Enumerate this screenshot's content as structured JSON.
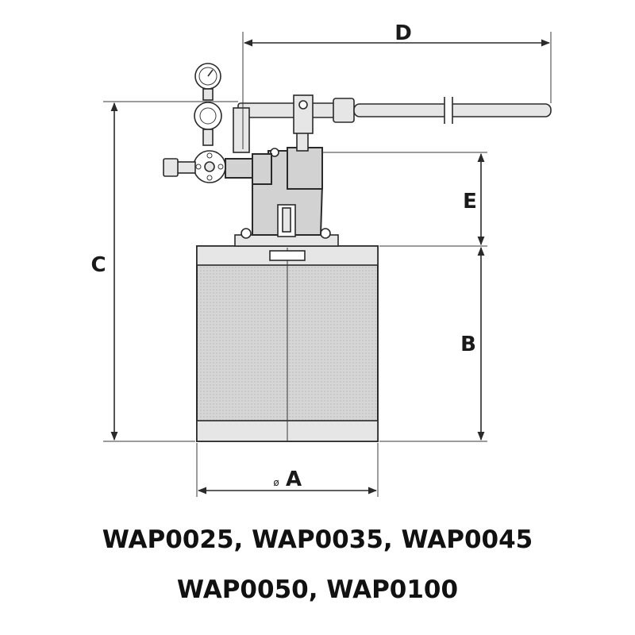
{
  "dimensions": {
    "a": "A",
    "a_symbol": "ø",
    "b": "B",
    "c": "C",
    "d": "D",
    "e": "E"
  },
  "caption": {
    "line1": "WAP0025, WAP0035, WAP0045",
    "line2": "WAP0050, WAP0100"
  }
}
